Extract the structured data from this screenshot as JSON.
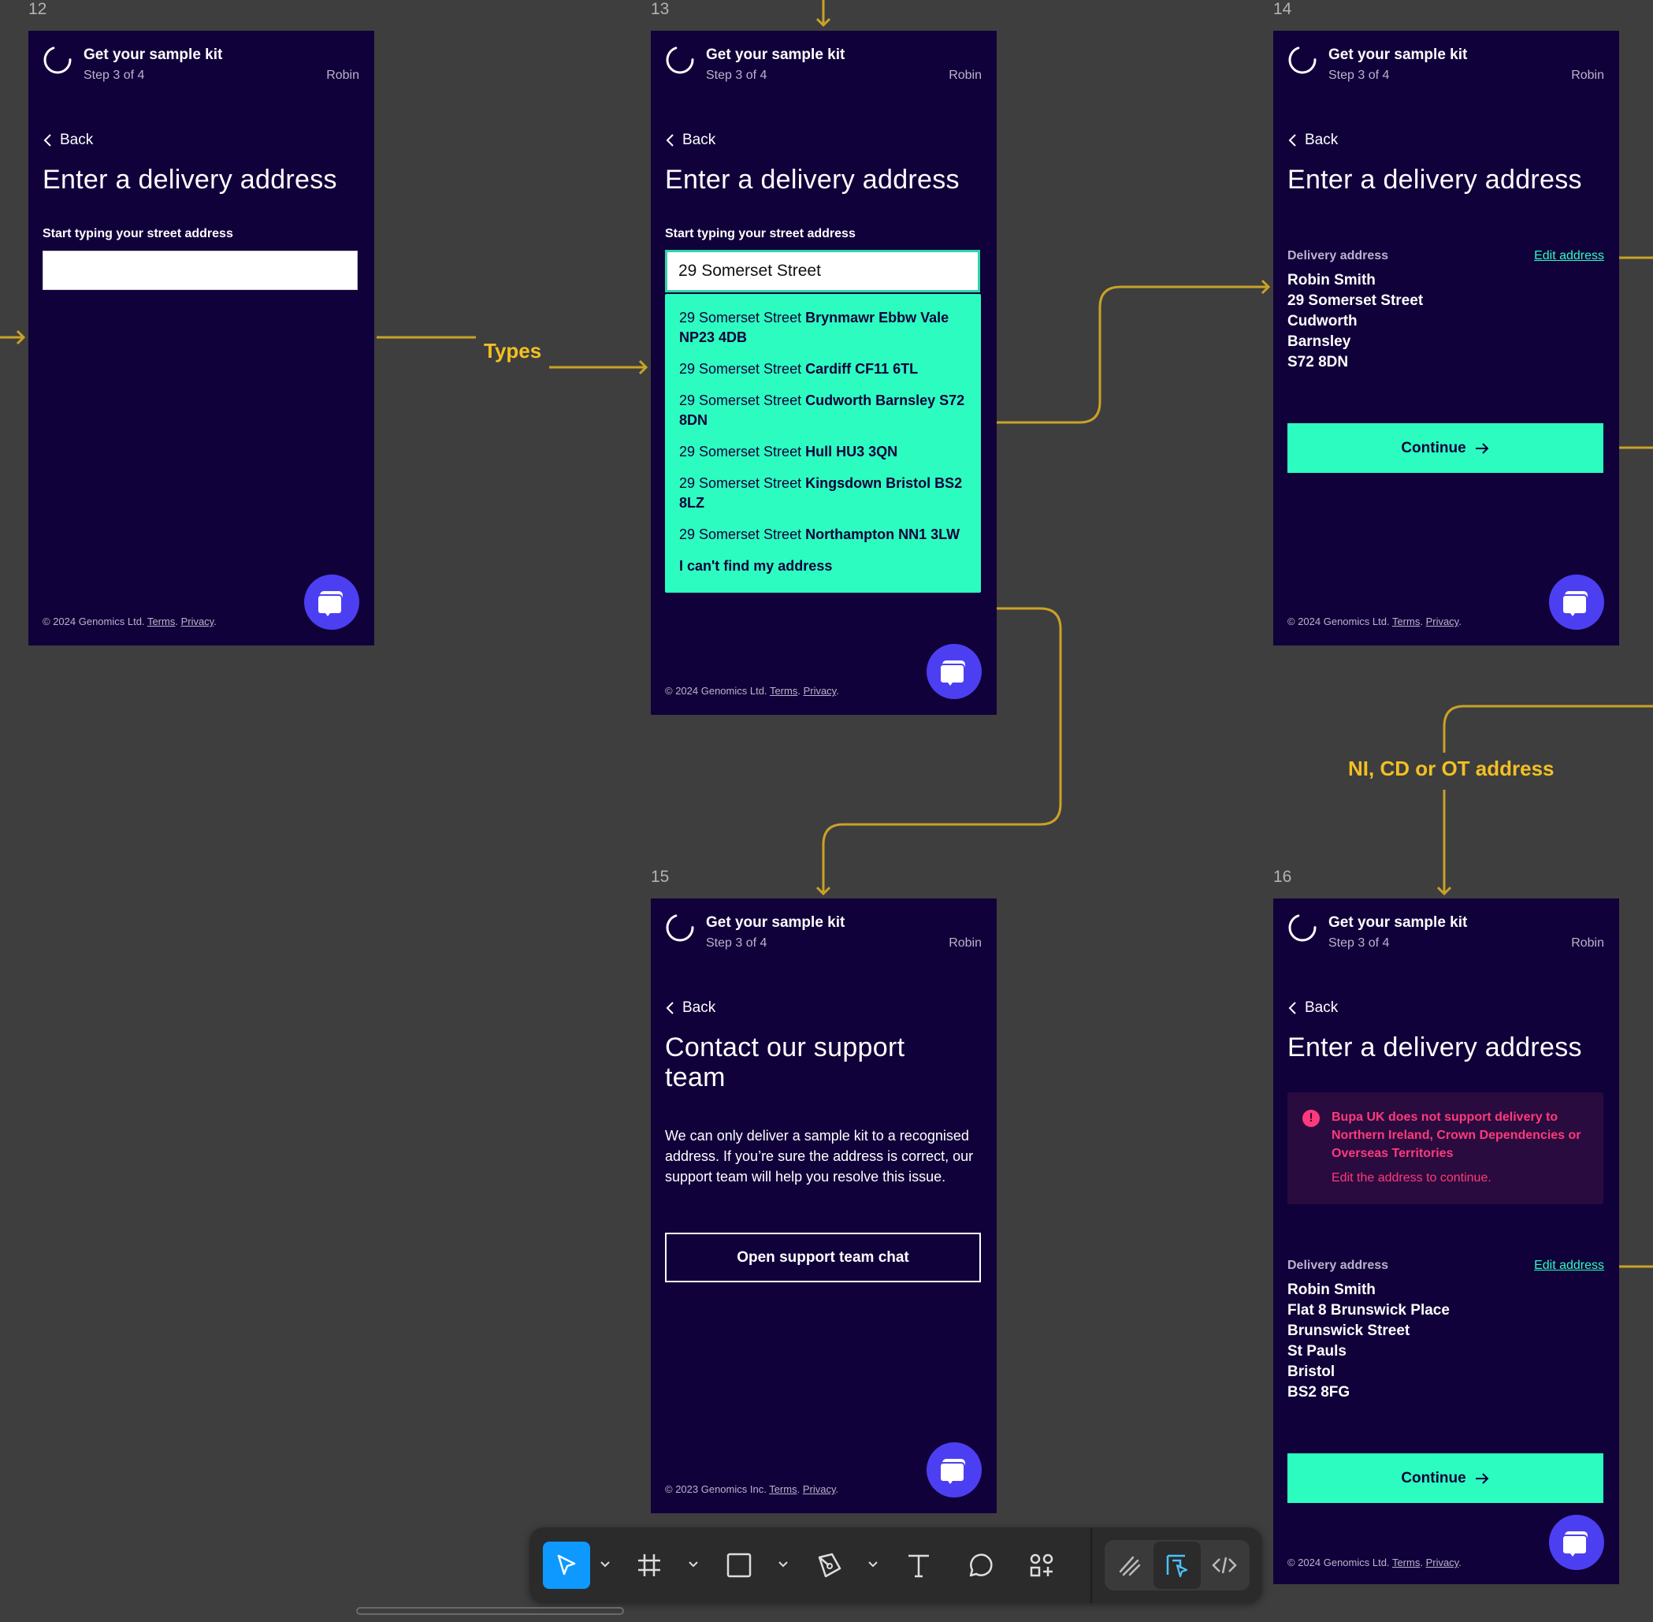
{
  "frames": [
    {
      "number": "12"
    },
    {
      "number": "13"
    },
    {
      "number": "14"
    },
    {
      "number": "15"
    },
    {
      "number": "16"
    }
  ],
  "header": {
    "title": "Get your sample kit",
    "step": "Step 3 of 4",
    "user": "Robin"
  },
  "back_label": "Back",
  "address_page": {
    "title": "Enter a delivery address",
    "field_label": "Start typing your street address",
    "input_value_typed": "29 Somerset Street",
    "input_value_empty": ""
  },
  "suggestions": [
    {
      "street": "29 Somerset Street",
      "place": "Brynmawr Ebbw Vale NP23 4DB"
    },
    {
      "street": "29 Somerset Street",
      "place": "Cardiff CF11 6TL"
    },
    {
      "street": "29 Somerset Street",
      "place": "Cudworth Barnsley S72 8DN"
    },
    {
      "street": "29 Somerset Street",
      "place": "Hull HU3 3QN"
    },
    {
      "street": "29 Somerset Street",
      "place": "Kingsdown Bristol BS2 8LZ"
    },
    {
      "street": "29 Somerset Street",
      "place": "Northampton NN1 3LW"
    }
  ],
  "cant_find": "I can't find my address",
  "delivery": {
    "label": "Delivery address",
    "edit": "Edit address",
    "continue": "Continue",
    "address14": [
      "Robin Smith",
      "29 Somerset Street",
      "Cudworth",
      "Barnsley",
      "S72 8DN"
    ],
    "address16": [
      "Robin Smith",
      "Flat 8 Brunswick Place",
      "Brunswick Street",
      "St Pauls",
      "Bristol",
      "BS2 8FG"
    ]
  },
  "alert": {
    "message": "Bupa UK does not support delivery to Northern Ireland, Crown Dependencies or Overseas Territories",
    "hint": "Edit the address to continue."
  },
  "support_page": {
    "title": "Contact our support team",
    "body": "We can only deliver a sample kit to a recognised address. If you’re sure the address is correct, our support team will help you resolve this issue.",
    "button": "Open support team chat"
  },
  "footer": {
    "copyright_2024": "© 2024 Genomics Ltd.",
    "copyright_2023": "© 2023 Genomics Inc.",
    "terms": "Terms",
    "privacy": "Privacy"
  },
  "flow_labels": {
    "types": "Types",
    "ni": "NI, CD or OT address"
  },
  "colors": {
    "canvas": "#3e3e3e",
    "screen_bg": "#11013a",
    "accent": "#2dfcc0",
    "fab": "#4c3ff2",
    "connector": "#c9a227",
    "error": "#ff3a7a",
    "toolbar_active": "#0d99ff"
  },
  "toolbar": {
    "tools": [
      "move-tool",
      "frame-tool",
      "rectangle-tool",
      "pen-tool",
      "text-tool",
      "comment-tool",
      "actions-tool",
      "draw-mode",
      "design-mode",
      "dev-mode"
    ],
    "active": "move-tool"
  }
}
